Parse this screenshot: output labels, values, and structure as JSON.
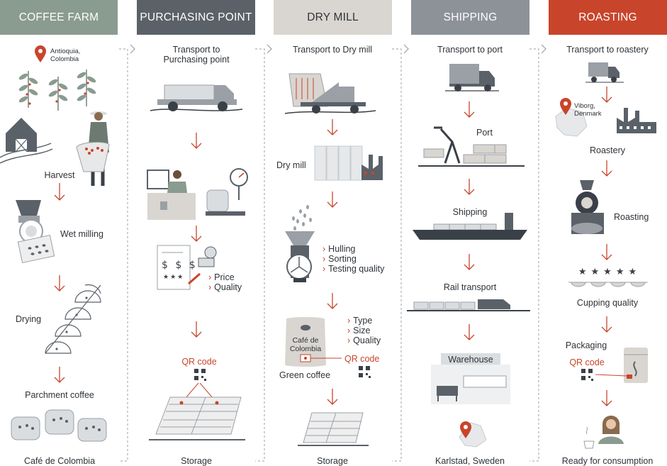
{
  "stages": [
    {
      "id": "coffee-farm",
      "title": "COFFEE FARM",
      "color": "#8a9b8f"
    },
    {
      "id": "purchasing-point",
      "title": "PURCHASING POINT",
      "color": "#5a6169"
    },
    {
      "id": "dry-mill",
      "title": "DRY MILL",
      "color": "#d9d5d0"
    },
    {
      "id": "shipping",
      "title": "SHIPPING",
      "color": "#8d9299"
    },
    {
      "id": "roasting",
      "title": "ROASTING",
      "color": "#c8452b"
    }
  ],
  "farm": {
    "location": "Antioquia,\nColombia",
    "harvest": "Harvest",
    "wet_milling": "Wet milling",
    "drying": "Drying",
    "parchment": "Parchment coffee",
    "cafe": "Café de Colombia"
  },
  "purchasing": {
    "transport": "Transport to\nPurchasing point",
    "price": "Price",
    "quality": "Quality",
    "currency": "$ $ $",
    "rating": "★★★",
    "qr": "QR code",
    "storage": "Storage"
  },
  "drymill": {
    "transport": "Transport to Dry mill",
    "dry_mill": "Dry mill",
    "hulling": "Hulling",
    "sorting": "Sorting",
    "testing": "Testing quality",
    "bag_label": "Café de\nColombia",
    "type": "Type",
    "size": "Size",
    "quality": "Quality",
    "qr": "QR code",
    "green": "Green coffee",
    "storage": "Storage"
  },
  "shipping": {
    "transport": "Transport to port",
    "port": "Port",
    "shipping": "Shipping",
    "rail": "Rail transport",
    "warehouse": "Warehouse",
    "destination": "Karlstad, Sweden"
  },
  "roasting": {
    "transport": "Transport to roastery",
    "location": "Viborg,\nDenmark",
    "roastery": "Roastery",
    "roasting": "Roasting",
    "stars": "★★★★★",
    "cupping": "Cupping quality",
    "packaging": "Packaging",
    "qr": "QR code",
    "ready": "Ready for consumption"
  },
  "colors": {
    "accent": "#c8452b",
    "ink": "#3a4047",
    "grey": "#9aa0a6",
    "light": "#d9dde0"
  }
}
